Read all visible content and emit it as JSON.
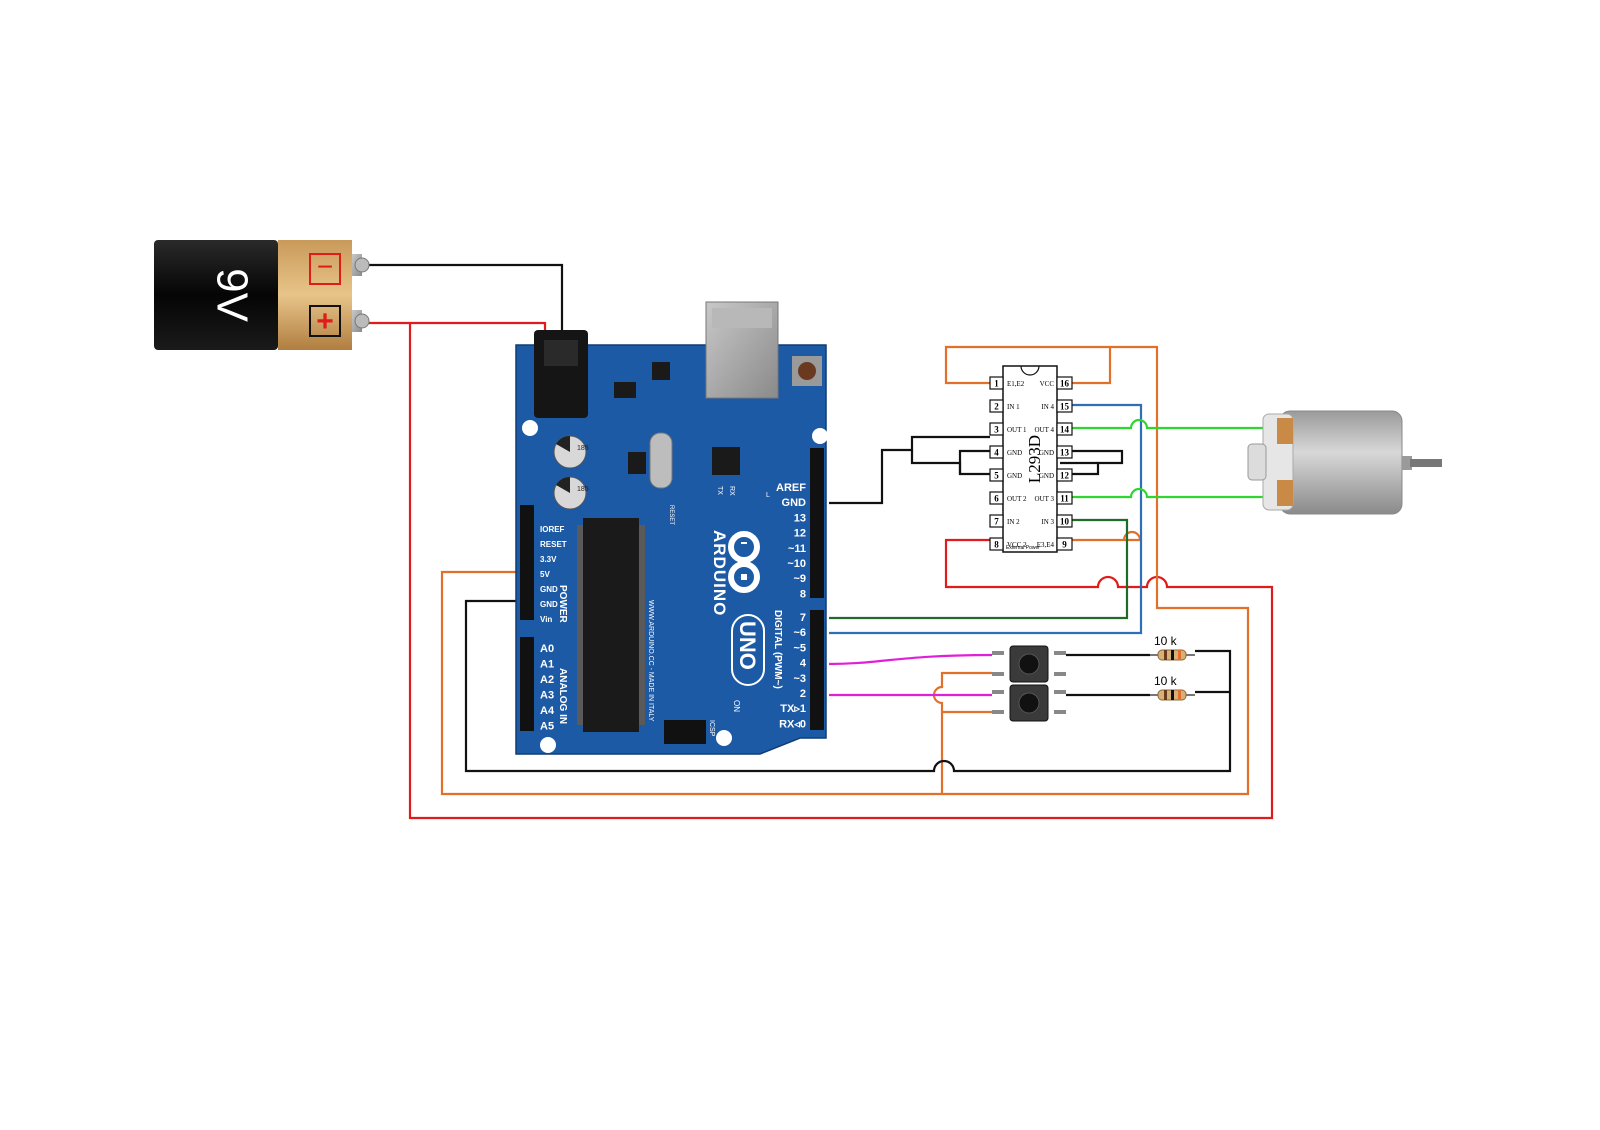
{
  "battery": {
    "label": "9V",
    "neg_symbol": "−",
    "pos_symbol": "+"
  },
  "arduino": {
    "brand": "ARDUINO",
    "model": "UNO",
    "website": "WWW.ARDUINO.CC - MADE IN ITALY",
    "power_label": "POWER",
    "analog_label": "ANALOG IN",
    "digital_label": "DIGITAL (PWM~)",
    "icsp_label": "ICSP",
    "reset_label": "RESET",
    "on_label": "ON",
    "cap_labels": [
      "185\n47\n16V",
      "185\n47\n16V"
    ],
    "power_pins": [
      "IOREF",
      "RESET",
      "3.3V",
      "5V",
      "GND",
      "GND",
      "Vin"
    ],
    "analog_pins": [
      "A0",
      "A1",
      "A2",
      "A3",
      "A4",
      "A5"
    ],
    "digital_pins": [
      "AREF",
      "GND",
      "13",
      "12",
      "~11",
      "~10",
      "~9",
      "8",
      "7",
      "~6",
      "~5",
      "4",
      "~3",
      "2",
      "TX▹1",
      "RX◃0"
    ],
    "tx_rx": [
      "TX",
      "RX"
    ],
    "l_label": "L"
  },
  "l293d": {
    "name": "L293D",
    "footer": "External Power",
    "left_pins": [
      {
        "num": "1",
        "label": "E1,E2"
      },
      {
        "num": "2",
        "label": "IN 1"
      },
      {
        "num": "3",
        "label": "OUT 1"
      },
      {
        "num": "4",
        "label": "GND"
      },
      {
        "num": "5",
        "label": "GND"
      },
      {
        "num": "6",
        "label": "OUT 2"
      },
      {
        "num": "7",
        "label": "IN 2"
      },
      {
        "num": "8",
        "label": "VCC 2"
      }
    ],
    "right_pins": [
      {
        "num": "16",
        "label": "VCC"
      },
      {
        "num": "15",
        "label": "IN 4"
      },
      {
        "num": "14",
        "label": "OUT 4"
      },
      {
        "num": "13",
        "label": "GND"
      },
      {
        "num": "12",
        "label": "GND"
      },
      {
        "num": "11",
        "label": "OUT 3"
      },
      {
        "num": "10",
        "label": "IN 3"
      },
      {
        "num": "9",
        "label": "E3,E4"
      }
    ]
  },
  "resistors": [
    {
      "label": "10 k"
    },
    {
      "label": "10 k"
    }
  ],
  "colors": {
    "black_wire": "#111111",
    "red_wire": "#e01b1b",
    "orange_wire": "#e0702a",
    "blue_wire": "#2f6fb5",
    "green_wire": "#2fd62f",
    "darkgreen_wire": "#1e6b2a",
    "magenta_wire": "#e020d8",
    "board_blue": "#1d5aa6"
  }
}
